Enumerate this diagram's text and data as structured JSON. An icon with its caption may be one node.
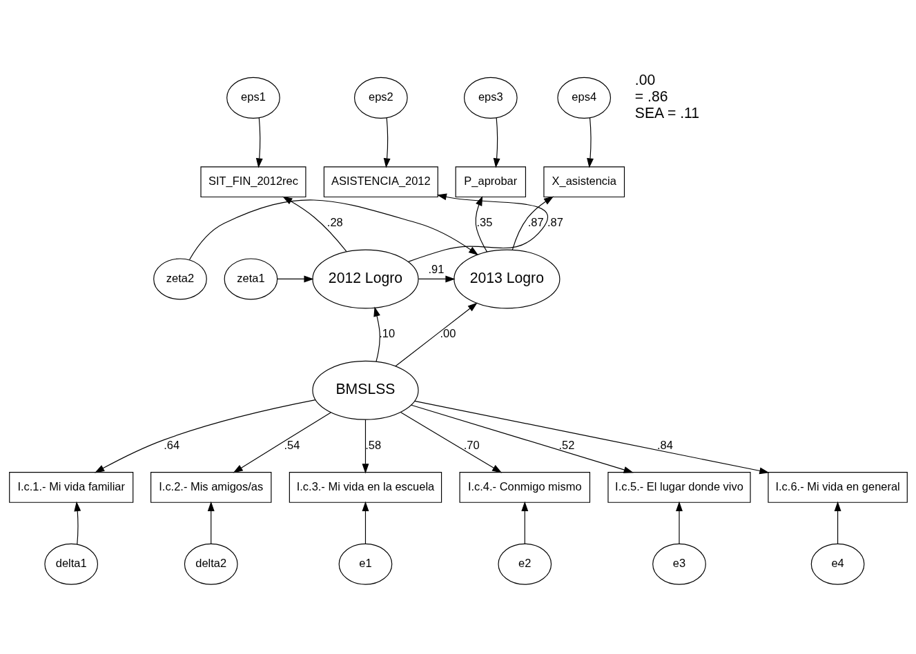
{
  "diagram": {
    "nodes": [
      {
        "text": [
          "eps1"
        ]
      },
      {
        "text": [
          "eps2"
        ]
      },
      {
        "text": [
          "eps3"
        ]
      },
      {
        "text": [
          "eps4"
        ]
      },
      {
        "text": [
          "SIT_FIN_2012rec"
        ]
      },
      {
        "text": [
          "ASISTENCIA_2012"
        ]
      },
      {
        "text": [
          "P_aprobar"
        ]
      },
      {
        "text": [
          "X_asistencia"
        ]
      },
      {
        "text": [
          "zeta1"
        ]
      },
      {
        "text": [
          "2012 Logro"
        ]
      },
      {
        "text": [
          "2013 Logro"
        ]
      },
      {
        "text": [
          "zeta2"
        ]
      },
      {
        "text": [
          "BMSLSS"
        ]
      },
      {
        "text": [
          "I.c.1.- Mi vida familiar"
        ]
      },
      {
        "text": [
          "I.c.2.- Mis amigos/as"
        ]
      },
      {
        "text": [
          "I.c.3.- Mi vida en la escuela"
        ]
      },
      {
        "text": [
          "I.c.4.- Conmigo mismo"
        ]
      },
      {
        "text": [
          "I.c.5.- El lugar donde vivo"
        ]
      },
      {
        "text": [
          "I.c.6.- Mi vida en general"
        ]
      },
      {
        "text": [
          "delta1"
        ]
      },
      {
        "text": [
          "delta2"
        ]
      },
      {
        "text": [
          "e1"
        ]
      },
      {
        "text": [
          "e2"
        ]
      },
      {
        "text": [
          "e3"
        ]
      },
      {
        "text": [
          "e4"
        ]
      }
    ],
    "edges": [
      {
        "from": 0,
        "to": 4,
        "arrow": "to"
      },
      {
        "from": 1,
        "to": 5,
        "arrow": "to"
      },
      {
        "from": 2,
        "to": 6,
        "arrow": "to"
      },
      {
        "from": 3,
        "to": 7,
        "arrow": "to"
      },
      {
        "from": 9,
        "to": 4,
        "arrow": "to",
        "label": ".28"
      },
      {
        "from": 9,
        "to": 5,
        "arrow": "to",
        "label": ".87"
      },
      {
        "from": 10,
        "to": 6,
        "arrow": "to",
        "label": ".35"
      },
      {
        "from": 10,
        "to": 7,
        "arrow": "to",
        "label": ".87"
      },
      {
        "from": 8,
        "to": 9,
        "arrow": "to"
      },
      {
        "from": 9,
        "to": 10,
        "arrow": "to",
        "label": ".91"
      },
      {
        "from": 11,
        "to": 10,
        "arrow": "to"
      },
      {
        "from": 12,
        "to": 9,
        "arrow": "to",
        "label": ".10"
      },
      {
        "from": 12,
        "to": 10,
        "arrow": "to",
        "label": ".00"
      },
      {
        "from": 12,
        "to": 13,
        "arrow": "to",
        "label": ".64"
      },
      {
        "from": 12,
        "to": 14,
        "arrow": "to",
        "label": ".54"
      },
      {
        "from": 12,
        "to": 15,
        "arrow": "to",
        "label": ".58"
      },
      {
        "from": 12,
        "to": 16,
        "arrow": "to",
        "label": ".70"
      },
      {
        "from": 12,
        "to": 17,
        "arrow": "to",
        "label": ".52"
      },
      {
        "from": 12,
        "to": 18,
        "arrow": "to",
        "label": ".84"
      },
      {
        "from": 19,
        "to": 13,
        "arrow": "to"
      },
      {
        "from": 20,
        "to": 14,
        "arrow": "to"
      },
      {
        "from": 21,
        "to": 15,
        "arrow": "to"
      },
      {
        "from": 22,
        "to": 16,
        "arrow": "to"
      },
      {
        "from": 23,
        "to": 17,
        "arrow": "to"
      },
      {
        "from": 24,
        "to": 18,
        "arrow": "to"
      }
    ],
    "labels": [
      ".00",
      "= .86",
      "SEA = .11"
    ]
  }
}
